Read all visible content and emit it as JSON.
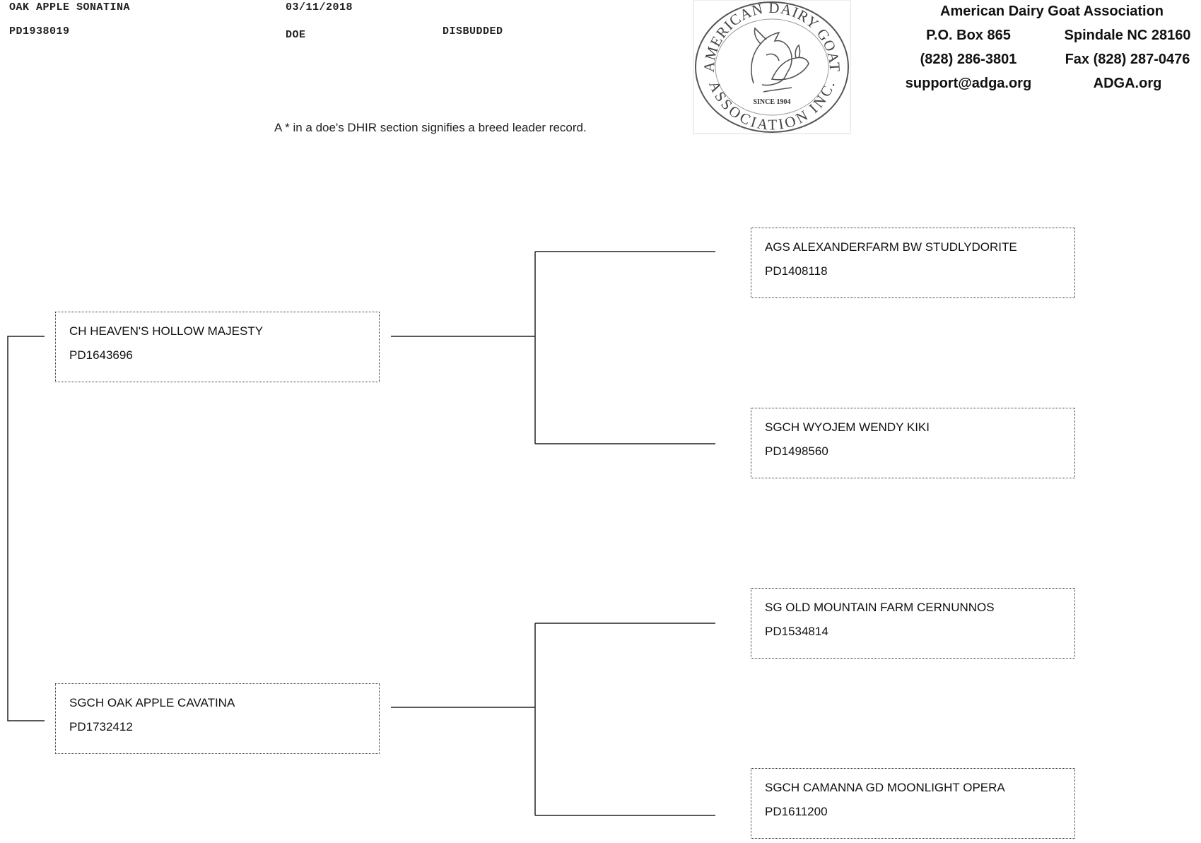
{
  "animal": {
    "name": "OAK APPLE SONATINA",
    "registration": "PD1938019",
    "birth_date": "03/11/2018",
    "sex": "DOE",
    "horn_status": "DISBUDDED"
  },
  "note": "A * in a doe's DHIR section signifies a breed leader record.",
  "association": {
    "name": "American Dairy Goat Association",
    "po_box": "P.O. Box 865",
    "city": "Spindale NC 28160",
    "phone": "(828) 286-3801",
    "fax": "Fax (828) 287-0476",
    "email": "support@adga.org",
    "website": "ADGA.org"
  },
  "logo": {
    "top_text": "AMERICAN DAIRY GOAT",
    "bottom_text": "ASSOCIATION INC.",
    "since": "SINCE 1904",
    "icon": "goat-heads-icon"
  },
  "pedigree": {
    "sire": {
      "name": "CH HEAVEN'S HOLLOW MAJESTY",
      "reg": "PD1643696"
    },
    "dam": {
      "name": "SGCH OAK APPLE CAVATINA",
      "reg": "PD1732412"
    },
    "sire_sire": {
      "name": "AGS ALEXANDERFARM BW STUDLYDORITE",
      "reg": "PD1408118"
    },
    "sire_dam": {
      "name": "SGCH WYOJEM WENDY KIKI",
      "reg": "PD1498560"
    },
    "dam_sire": {
      "name": "SG OLD MOUNTAIN FARM CERNUNNOS",
      "reg": "PD1534814"
    },
    "dam_dam": {
      "name": "SGCH CAMANNA GD MOONLIGHT OPERA",
      "reg": "PD1611200"
    }
  }
}
